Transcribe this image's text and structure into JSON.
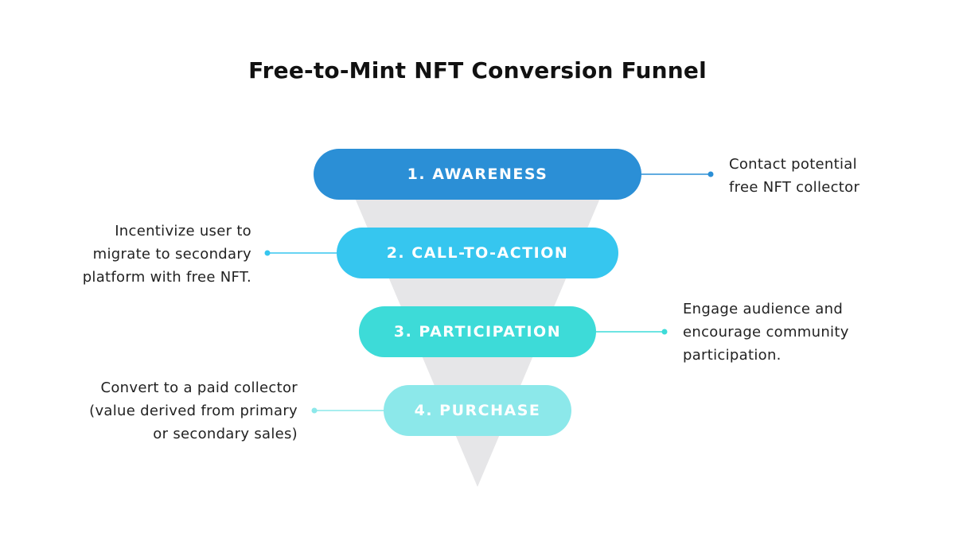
{
  "title": "Free-to-Mint NFT Conversion Funnel",
  "colors": {
    "funnel": "#e6e6e8",
    "awareness": "#2b8fd6",
    "call_to_action": "#36c6ef",
    "participation": "#3ddbd8",
    "purchase": "#8ce8ea"
  },
  "stages": [
    {
      "label": "1. AWARENESS",
      "description": "Contact potential\nfree NFT collector",
      "color": "#2b8fd6"
    },
    {
      "label": "2. CALL-TO-ACTION",
      "description": "Incentivize user to\nmigrate to secondary\nplatform with free NFT.",
      "color": "#36c6ef"
    },
    {
      "label": "3. PARTICIPATION",
      "description": "Engage audience and\nencourage community\nparticipation.",
      "color": "#3ddbd8"
    },
    {
      "label": "4. PURCHASE",
      "description": "Convert to a paid collector\n(value derived from primary\nor secondary sales)",
      "color": "#8ce8ea"
    }
  ]
}
